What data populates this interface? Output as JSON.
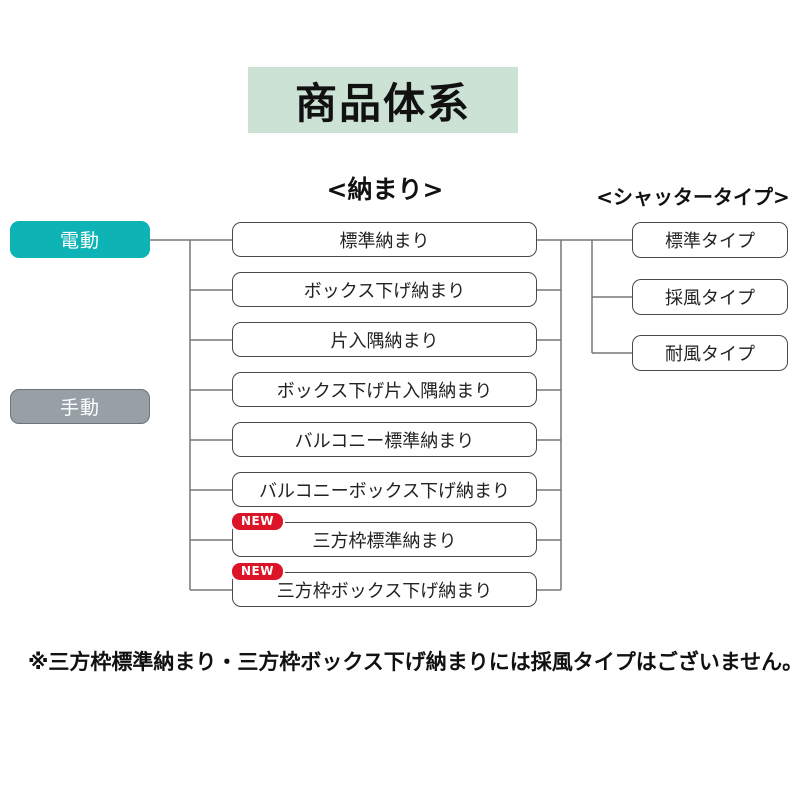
{
  "title": "商品体系",
  "headers": {
    "osamari": "<納まり>",
    "shutter_type": "<シャッタータイプ>"
  },
  "drive_buttons": {
    "electric": {
      "label": "電動",
      "color": "#0eb3b6"
    },
    "manual": {
      "label": "手動",
      "color": "#97a0a6"
    }
  },
  "new_badge_label": "NEW",
  "osamari_items": [
    {
      "label": "標準納まり",
      "new": false
    },
    {
      "label": "ボックス下げ納まり",
      "new": false
    },
    {
      "label": "片入隅納まり",
      "new": false
    },
    {
      "label": "ボックス下げ片入隅納まり",
      "new": false
    },
    {
      "label": "バルコニー標準納まり",
      "new": false
    },
    {
      "label": "バルコニーボックス下げ納まり",
      "new": false
    },
    {
      "label": "三方枠標準納まり",
      "new": true
    },
    {
      "label": "三方枠ボックス下げ納まり",
      "new": true
    }
  ],
  "shutter_types": [
    {
      "label": "標準タイプ"
    },
    {
      "label": "採風タイプ"
    },
    {
      "label": "耐風タイプ"
    }
  ],
  "note": "※三方枠標準納まり・三方枠ボックス下げ納まりには採風タイプはございません。",
  "colors": {
    "title_background": "#cbe2d4",
    "electric_teal": "#0eb3b6",
    "manual_gray": "#97a0a6",
    "new_badge_red": "#dc1428",
    "connector_gray": "#777777"
  }
}
